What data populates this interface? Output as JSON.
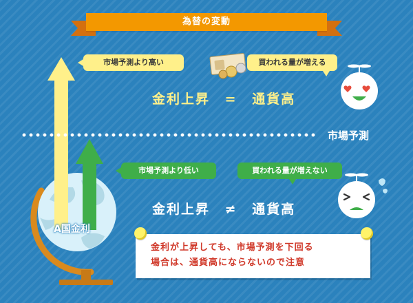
{
  "title": "為替の変動",
  "upper": {
    "compare_label": "市場予測より高い",
    "demand_label": "買われる量が増える",
    "equation": {
      "left": "金利上昇",
      "operator": "=",
      "right": "通貨高"
    }
  },
  "market_forecast_label": "市場予測",
  "lower": {
    "compare_label": "市場予測より低い",
    "demand_label": "買われる量が増えない",
    "equation": {
      "left": "金利上昇",
      "operator": "≠",
      "right": "通貨高"
    }
  },
  "globe_label": "A国金利",
  "note": {
    "line1": "金利が上昇しても、市場予測を下回る",
    "line2": "場合は、通貨高にならないので注意"
  },
  "colors": {
    "background": "#2b82bd",
    "ribbon": "#f39800",
    "yellow": "#fff08a",
    "green": "#3fae49",
    "note_text": "#d0392a"
  },
  "icons": [
    "money-icon",
    "happy-face-icon",
    "worried-face-icon",
    "globe-icon"
  ]
}
